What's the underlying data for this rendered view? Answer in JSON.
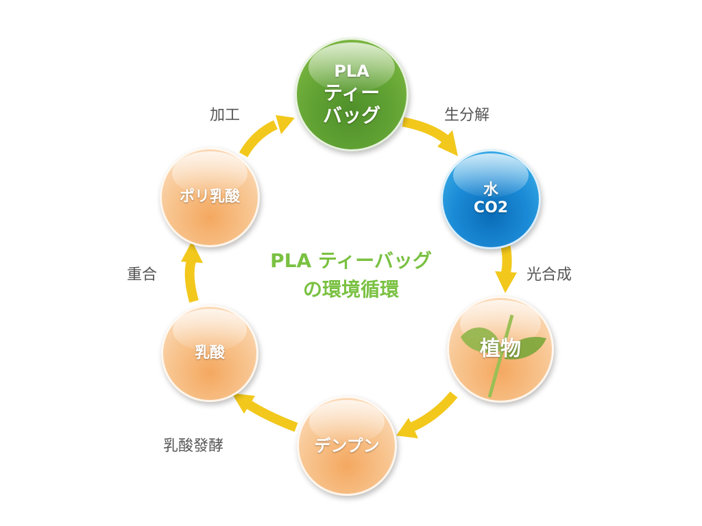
{
  "diagram": {
    "center_title_line1": "PLA ティーバッグ",
    "center_title_line2": "の環境循環",
    "nodes": {
      "pla_teabag": {
        "line1": "PLA",
        "line2": "ティー",
        "line3": "バッグ"
      },
      "water_co2": {
        "line1": "水",
        "line2": "CO2"
      },
      "plant": {
        "label": "植物"
      },
      "starch": {
        "label": "デンプン"
      },
      "lactic_acid": {
        "label": "乳酸"
      },
      "polylactic_acid": {
        "label": "ポリ乳酸"
      }
    },
    "edges": {
      "processing": "加工",
      "biodegradation": "生分解",
      "photosynthesis": "光合成",
      "lactic_fermentation": "乳酸發酵",
      "polymerization": "重合"
    },
    "colors": {
      "arrow": "#f2c81c",
      "title": "#7ac142",
      "green_node": "#62a334",
      "blue_node": "#1b8ad6",
      "orange_node": "#f8c692",
      "leaf": "#7aa63a"
    }
  }
}
